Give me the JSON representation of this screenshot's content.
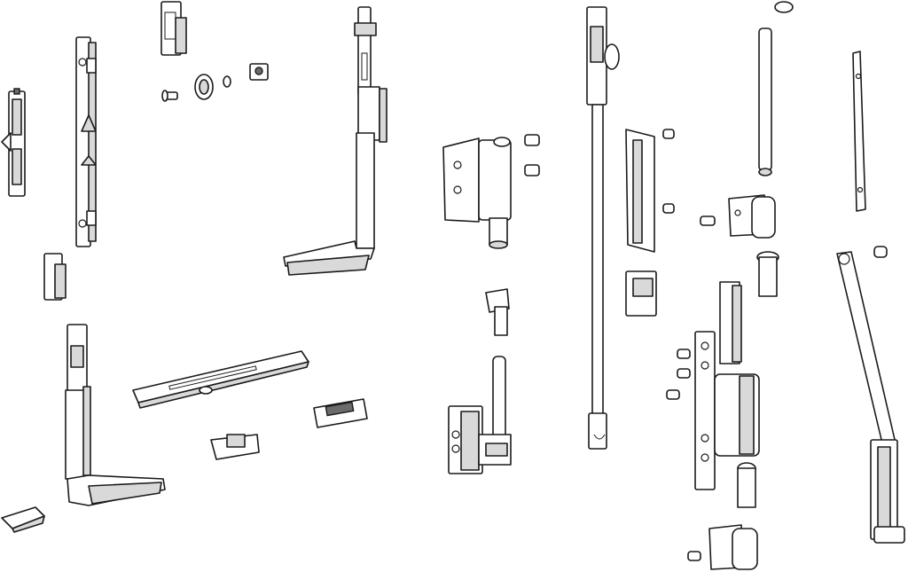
{
  "colors": {
    "line": "#1a1a1a",
    "fill": "#ffffff",
    "shade": "#d9d9d9",
    "dark": "#6b6b6b"
  },
  "parts": [
    "locking-bracket-top-left",
    "tall-gear-rail-left",
    "small-keeper-top",
    "hinge-screw-bushing-set",
    "corner-drive-top-right",
    "small-keeper-left",
    "corner-drive-bottom-left",
    "sliding-rail-horizontal",
    "striker-plate-center",
    "small-keeper-bottom",
    "tilt-handle-bottom-left",
    "hinge-leaf-center",
    "screw-pair-center",
    "bushing-center",
    "hinge-lower-center",
    "long-drive-rod",
    "vertical-channel-keeper",
    "bolt-keeper-center",
    "hinge-pin",
    "hinge-bracket-top",
    "sleeve",
    "hinge-plate-right",
    "screw-set-right",
    "lower-hinge-bracket",
    "strip-right",
    "stay-arm",
    "nut-right"
  ]
}
